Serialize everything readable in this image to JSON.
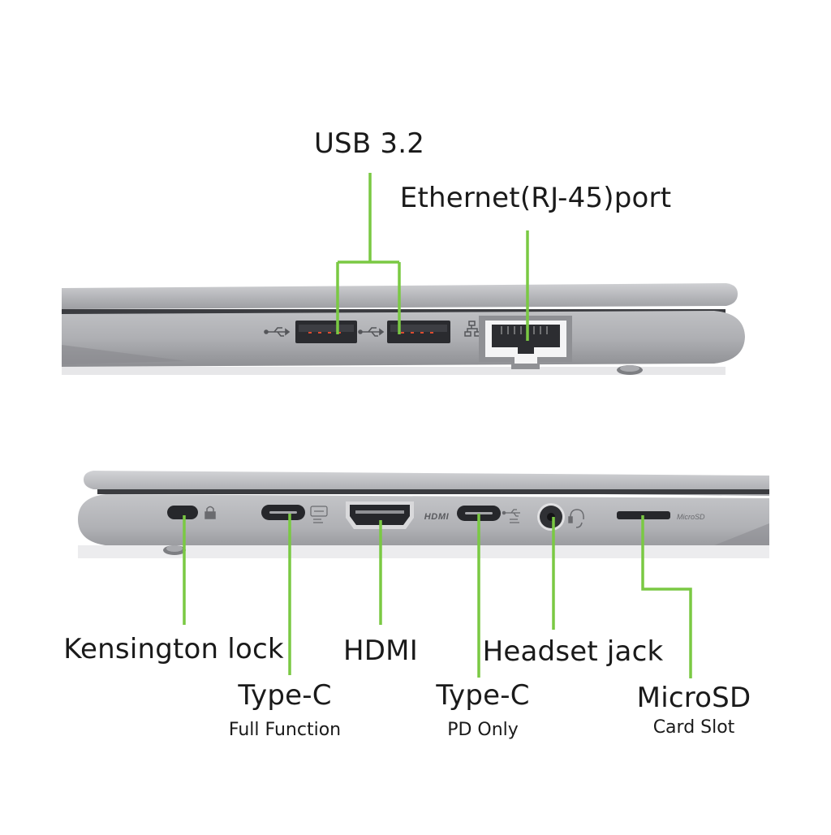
{
  "colors": {
    "background": "#ffffff",
    "callout_line": "#7ac943",
    "chassis": "#a3a4a8",
    "chassis_light": "#c6c7ca",
    "port_dark": "#26272b",
    "text": "#1a1a1a"
  },
  "labels": {
    "usb": "USB 3.2",
    "ethernet": "Ethernet(RJ-45)port",
    "kensington": "Kensington lock",
    "typec_full_title": "Type-C",
    "typec_full_sub": "Full Function",
    "hdmi": "HDMI",
    "typec_pd_title": "Type-C",
    "typec_pd_sub": "PD Only",
    "headset": "Headset jack",
    "microsd_title": "MicroSD",
    "microsd_sub": "Card Slot"
  },
  "port_markings": {
    "hdmi_logo": "HDMI",
    "microsd_logo": "MicroSD"
  },
  "icons": {
    "usb": "usb-icon",
    "network": "network-icon",
    "lock": "lock-icon",
    "headset": "headset-icon",
    "usb_c_full": "usb-c-full-icon",
    "usb_c_pd": "usb-c-pd-icon"
  }
}
